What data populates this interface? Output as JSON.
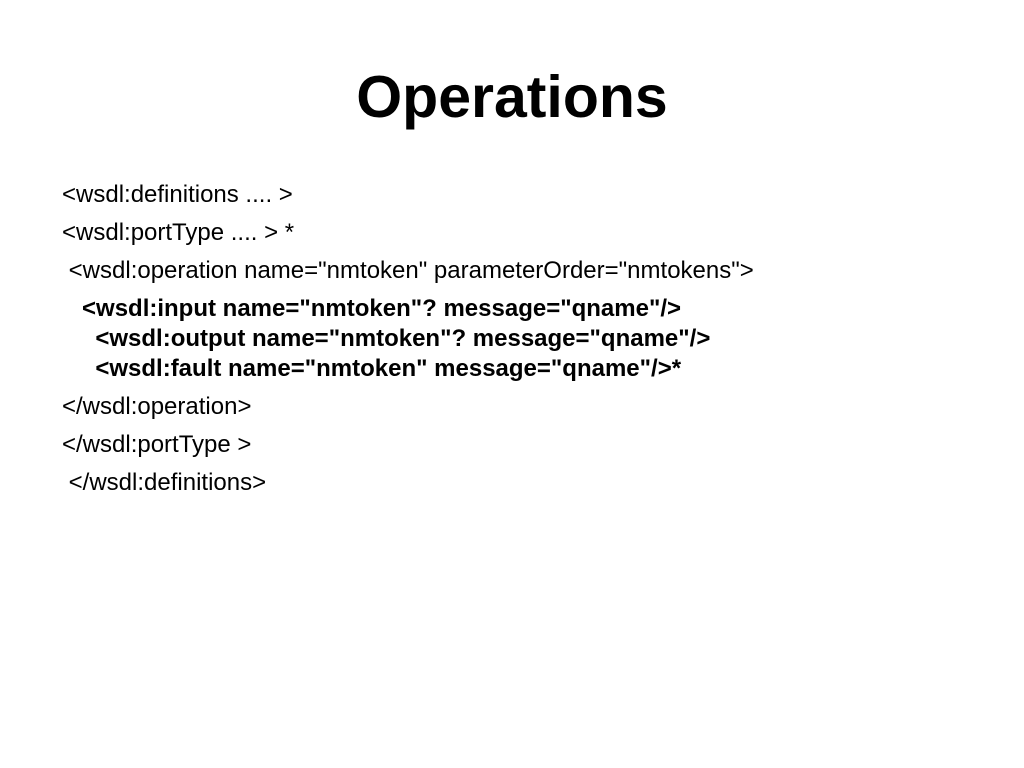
{
  "slide": {
    "title": "Operations",
    "lines_top": [
      "<wsdl:definitions .... >",
      "<wsdl:portType .... > *",
      " <wsdl:operation name=\"nmtoken\" parameterOrder=\"nmtokens\">"
    ],
    "bold_lines": [
      "   <wsdl:input name=\"nmtoken\"? message=\"qname\"/>",
      "     <wsdl:output name=\"nmtoken\"? message=\"qname\"/>",
      "     <wsdl:fault name=\"nmtoken\" message=\"qname\"/>*"
    ],
    "lines_bottom": [
      "</wsdl:operation>",
      "</wsdl:portType >",
      " </wsdl:definitions>"
    ]
  }
}
